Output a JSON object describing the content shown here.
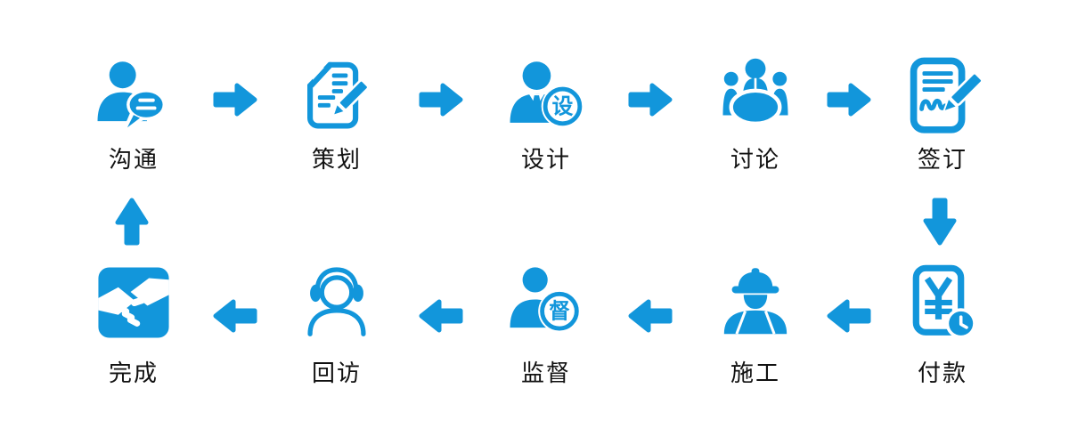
{
  "colors": {
    "accent": "#1296db",
    "label": "#111111",
    "background": "#ffffff"
  },
  "flow": {
    "steps": [
      {
        "label": "沟通",
        "icon": "person-chat-icon"
      },
      {
        "label": "策划",
        "icon": "document-pen-icon"
      },
      {
        "label": "设计",
        "icon": "designer-badge-icon",
        "badge_char": "设"
      },
      {
        "label": "讨论",
        "icon": "meeting-table-icon"
      },
      {
        "label": "签订",
        "icon": "contract-sign-icon"
      },
      {
        "label": "付款",
        "icon": "payment-clock-icon"
      },
      {
        "label": "施工",
        "icon": "construction-worker-icon"
      },
      {
        "label": "监督",
        "icon": "supervisor-badge-icon",
        "badge_char": "督"
      },
      {
        "label": "回访",
        "icon": "headset-person-icon"
      },
      {
        "label": "完成",
        "icon": "handshake-icon"
      }
    ]
  }
}
